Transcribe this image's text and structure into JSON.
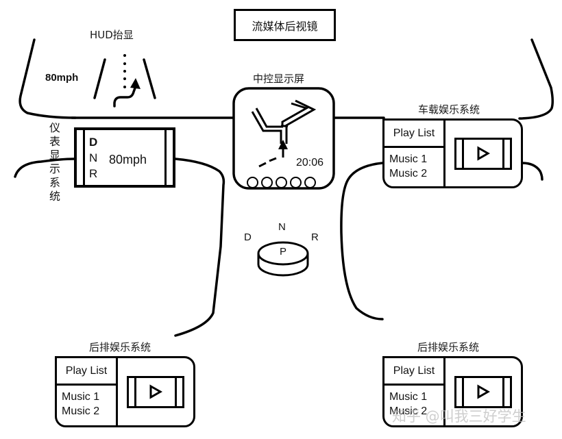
{
  "labels": {
    "hud": "HUD抬显",
    "mirror": "流媒体后视镜",
    "center": "中控显示屏",
    "infotainment": "车载娱乐系统",
    "cluster_chars": [
      "仪",
      "表",
      "显",
      "示",
      "系",
      "统"
    ],
    "rear_left": "后排娱乐系统",
    "rear_right": "后排娱乐系统"
  },
  "hud": {
    "speed": "80mph"
  },
  "cluster": {
    "gears": [
      "D",
      "N",
      "R"
    ],
    "active_gear": "D",
    "speed": "80mph"
  },
  "center_screen": {
    "time": "20:06",
    "buttons": 5
  },
  "shifter": {
    "d": "D",
    "n": "N",
    "r": "R",
    "p": "P"
  },
  "entertainment": {
    "front": {
      "playlist": "Play List",
      "tracks": [
        "Music 1",
        "Music 2"
      ],
      "icon": "play-icon"
    },
    "rear_left": {
      "playlist": "Play List",
      "tracks": [
        "Music 1",
        "Music 2"
      ],
      "icon": "play-icon"
    },
    "rear_right": {
      "playlist": "Play List",
      "tracks": [
        "Music 1",
        "Music 2"
      ],
      "icon": "play-icon"
    }
  },
  "watermark": "知乎 @叫我三好学生"
}
